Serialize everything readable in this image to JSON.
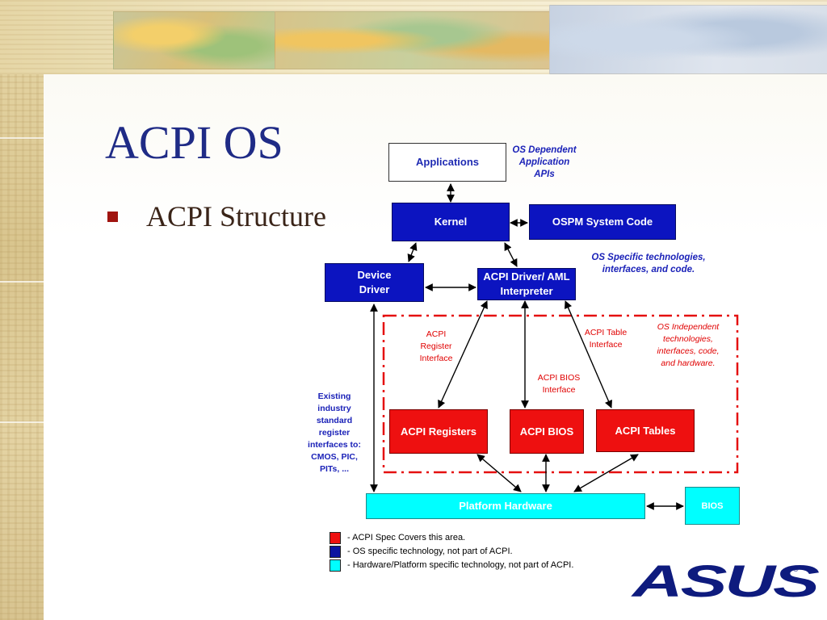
{
  "slide": {
    "title": "ACPI OS",
    "bullet": "ACPI Structure"
  },
  "diagram": {
    "boxes": {
      "applications": "Applications",
      "kernel": "Kernel",
      "ospm": "OSPM System Code",
      "device_driver": "Device Driver",
      "acpi_driver": "ACPI Driver/ AML Interpreter",
      "acpi_registers": "ACPI Registers",
      "acpi_bios": "ACPI BIOS",
      "acpi_tables": "ACPI Tables",
      "platform_hardware": "Platform Hardware",
      "bios": "BIOS"
    },
    "notes": {
      "os_dependent": "OS Dependent Application APIs",
      "os_specific": "OS Specific technologies, interfaces, and code.",
      "os_independent": "OS Independent technologies, interfaces, code, and hardware.",
      "register_interface": "ACPI Register Interface",
      "table_interface": "ACPI Table Interface",
      "bios_interface": "ACPI BIOS Interface",
      "existing_industry": "Existing industry standard register interfaces to: CMOS, PIC, PITs, ..."
    },
    "legend": [
      {
        "color": "#ee1010",
        "text": "-  ACPI Spec Covers this area."
      },
      {
        "color": "#0c14a0",
        "text": "-  OS specific technology, not part of ACPI."
      },
      {
        "color": "#00ffff",
        "text": "-  Hardware/Platform specific technology, not part of ACPI."
      }
    ]
  },
  "logo": {
    "brand": "ASUS",
    "mark": "®"
  },
  "colors": {
    "acpi_red": "#ee1010",
    "os_blue": "#0c14c0",
    "hardware_cyan": "#00ffff",
    "title_blue": "#1f2b86"
  }
}
